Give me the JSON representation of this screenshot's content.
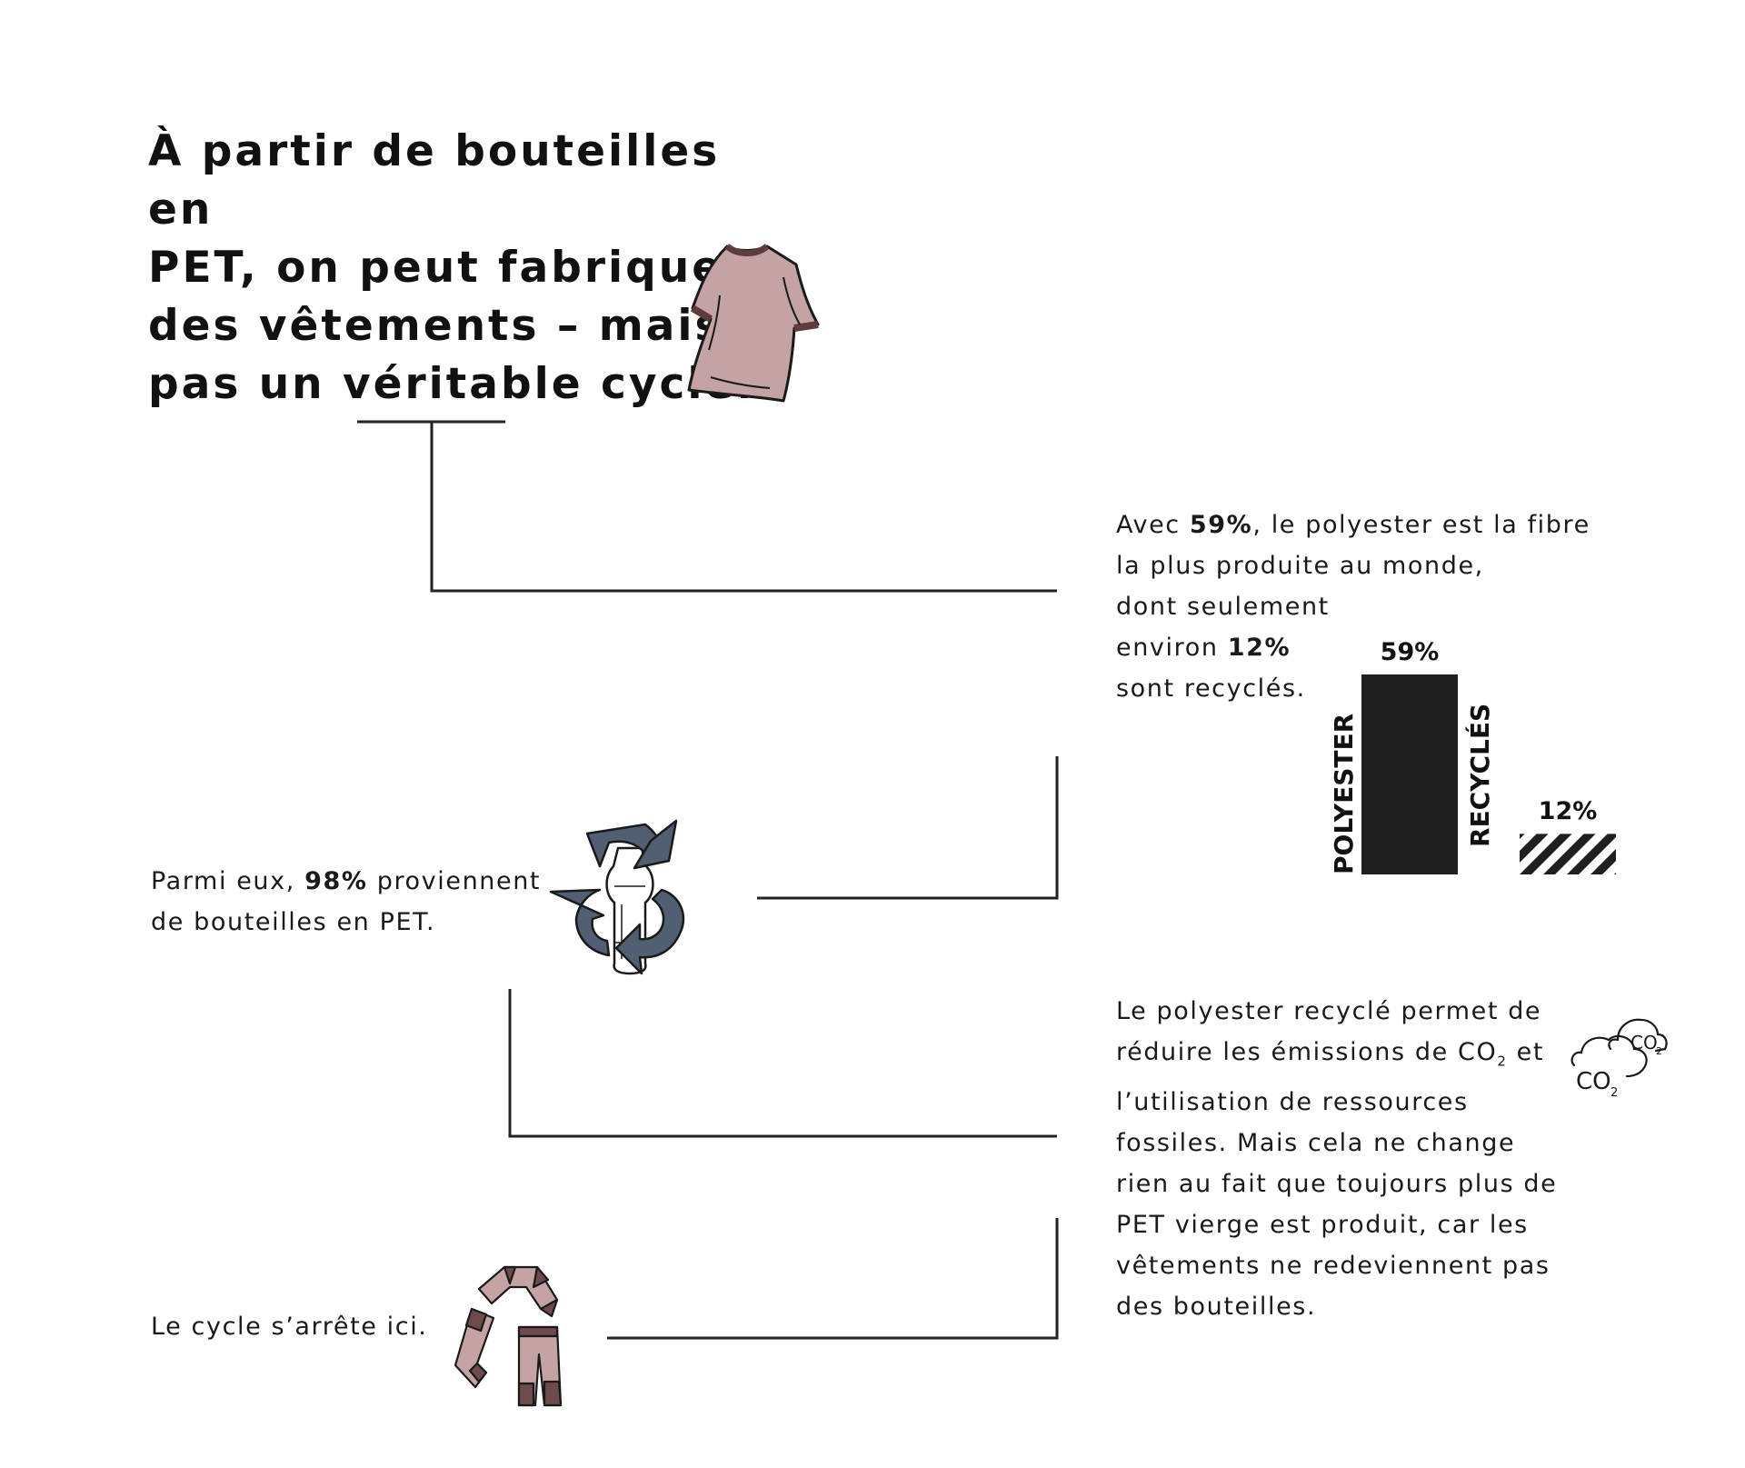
{
  "headline": [
    "À partir de bouteilles en",
    "PET, on peut fabriquer",
    "des vêtements – mais",
    "pas un véritable cycle."
  ],
  "block1": {
    "lines": [
      [
        "Avec ",
        "59%",
        ", le polyester est la fibre"
      ],
      [
        "la plus produite au monde,"
      ],
      [
        "dont seulement"
      ],
      [
        "environ ",
        "12%"
      ],
      [
        "sont recyclés."
      ]
    ]
  },
  "block2": {
    "lines": [
      [
        "Parmi eux, ",
        "98%",
        " proviennent"
      ],
      [
        "de bouteilles en PET."
      ]
    ]
  },
  "block3": {
    "lines": [
      [
        "Le polyester recyclé permet de"
      ],
      [
        "réduire les émissions de CO",
        "2",
        " et"
      ],
      [
        "l’utilisation de ressources"
      ],
      [
        "fossiles. Mais cela ne change"
      ],
      [
        "rien au fait que toujours plus de"
      ],
      [
        "PET vierge est produit, car les"
      ],
      [
        "vêtements ne redeviennent pas"
      ],
      [
        "des bouteilles."
      ]
    ]
  },
  "block4": {
    "text": "Le cycle s’arrête ici."
  },
  "co2_icon": {
    "label": "CO",
    "subscript": "2"
  },
  "chart_data": {
    "type": "bar",
    "categories": [
      "POLYESTER",
      "RECYCLÉS"
    ],
    "values": [
      59,
      12
    ],
    "value_labels": [
      "59%",
      "12%"
    ],
    "ylim": [
      0,
      59
    ],
    "grid": false,
    "styles": [
      "solid",
      "striped"
    ]
  },
  "colors": {
    "text": "#1a1a1a",
    "tshirt": "#c4a3a5",
    "tshirt_trim": "#5e3c3e",
    "recycle_arrows": "#525e72",
    "bar": "#1f1f1f",
    "clothes_dark": "#6e4a4c"
  },
  "icons": [
    "tshirt-icon",
    "recycle-bottle-icon",
    "co2-cloud-icon",
    "clothes-recycle-icon"
  ]
}
